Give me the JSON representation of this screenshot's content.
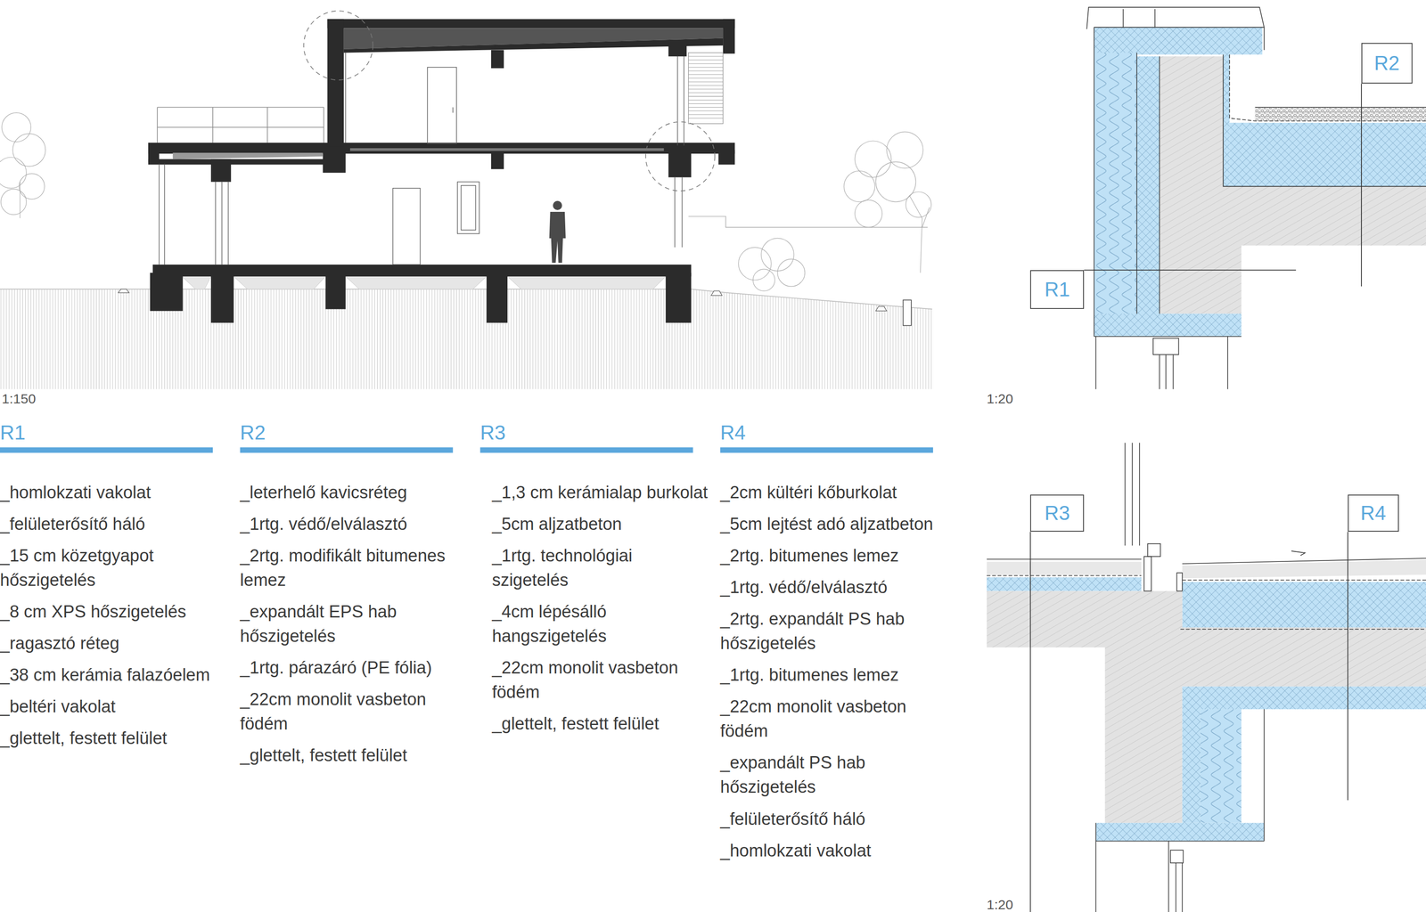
{
  "diagram": {
    "nodes": [
      {
        "text": [
          "R2"
        ]
      },
      {
        "text": [
          "R1"
        ]
      },
      {
        "text": [
          "R3"
        ]
      },
      {
        "text": [
          "R4"
        ]
      }
    ],
    "labels": [
      "1:150",
      "1:20",
      "R1",
      "_homlokzati vakolat",
      "_felületerősítő háló",
      "_15 cm közetgyapot hőszigetelés",
      "_8 cm XPS hőszigetelés",
      "_ragasztó réteg",
      "_38 cm kerámia falazóelem",
      "_beltéri vakolat",
      "_glettelt, festett felület",
      "R2",
      "_leterhelő kavicsréteg",
      "_1rtg. védő/elválasztó",
      "_2rtg. modifikált bitumenes lemez",
      "_expandált EPS hab hőszigetelés",
      "_1rtg. párazáró (PE fólia)",
      "_22cm monolit vasbeton födém",
      "_glettelt, festett felület",
      "R3",
      "_1,3 cm kerámialap burkolat",
      "_5cm aljzatbeton",
      "_1rtg. technológiai szigetelés",
      "_4cm lépésálló hangszigetelés",
      "_22cm monolit vasbeton födém",
      "_glettelt, festett felület",
      "R4",
      "_2cm kültéri kőburkolat",
      "_5cm lejtést adó aljzatbeton",
      "_2rtg. bitumenes lemez",
      "_1rtg. védő/elválasztó",
      "_2rtg. expandált PS hab hőszigetelés",
      "_1rtg. bitumenes lemez",
      "_22cm monolit vasbeton födém",
      "_expandált PS hab hőszigetelés",
      "_felületerősítő háló",
      "_homlokzati vakolat",
      "1:20"
    ]
  }
}
